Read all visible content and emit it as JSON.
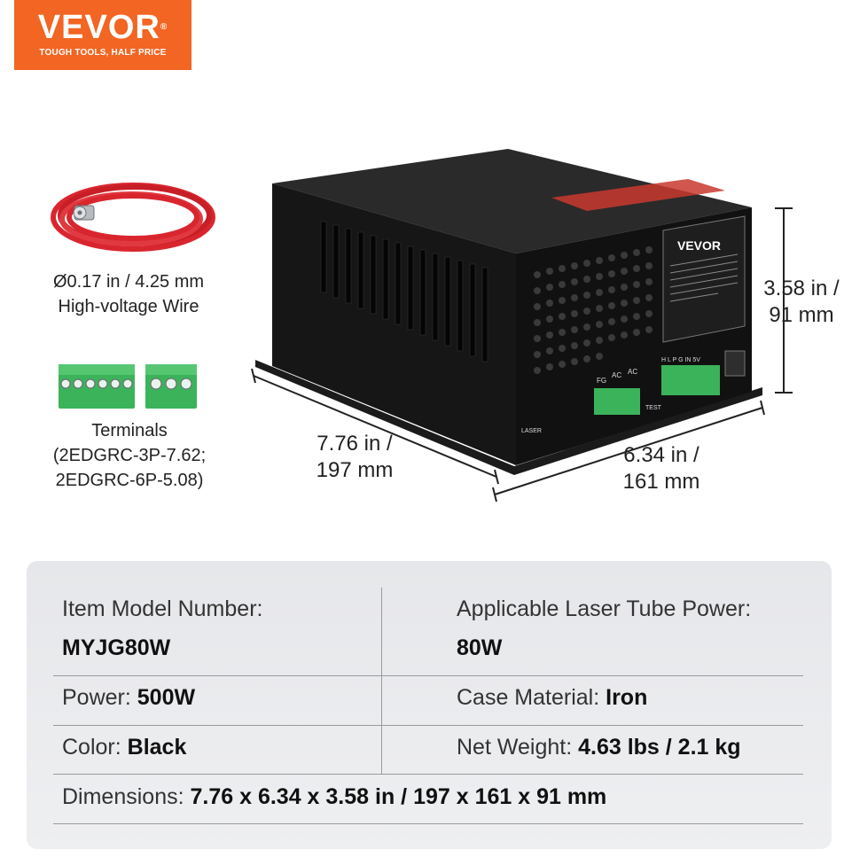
{
  "logo": {
    "brand": "VEVOR",
    "tagline": "TOUGH TOOLS, HALF PRICE"
  },
  "accessories": {
    "wire": {
      "size": "Ø0.17 in / 4.25 mm",
      "name": "High-voltage Wire"
    },
    "terminals": {
      "name": "Terminals",
      "model1": "(2EDGRC-3P-7.62;",
      "model2": "2EDGRC-6P-5.08)"
    }
  },
  "dimension_labels": {
    "length": {
      "line1": "7.76 in /",
      "line2": "197 mm"
    },
    "width": {
      "line1": "6.34 in /",
      "line2": "161 mm"
    },
    "height": {
      "line1": "3.58 in /",
      "line2": "91 mm"
    }
  },
  "device_labels": {
    "brand": "VEVOR",
    "laser": "LASER",
    "test": "TEST",
    "fg": "FG",
    "ac1": "AC",
    "ac2": "AC",
    "pins": "H  L  P  G  IN  5V"
  },
  "specs": {
    "model_label": "Item Model Number:",
    "model_value": "MYJG80W",
    "tube_power_label": "Applicable Laser Tube Power:",
    "tube_power_value": "80W",
    "power_label": "Power: ",
    "power_value": "500W",
    "case_label": "Case Material: ",
    "case_value": "Iron",
    "color_label": "Color: ",
    "color_value": "Black",
    "weight_label": "Net Weight: ",
    "weight_value": "4.63 lbs / 2.1 kg",
    "dimensions_label": "Dimensions: ",
    "dimensions_value": "7.76 x 6.34 x 3.58 in / 197 x 161 x 91 mm"
  },
  "colors": {
    "brand_orange": "#f26522",
    "terminal_green": "#3bb35a",
    "wire_red": "#d9262e"
  }
}
